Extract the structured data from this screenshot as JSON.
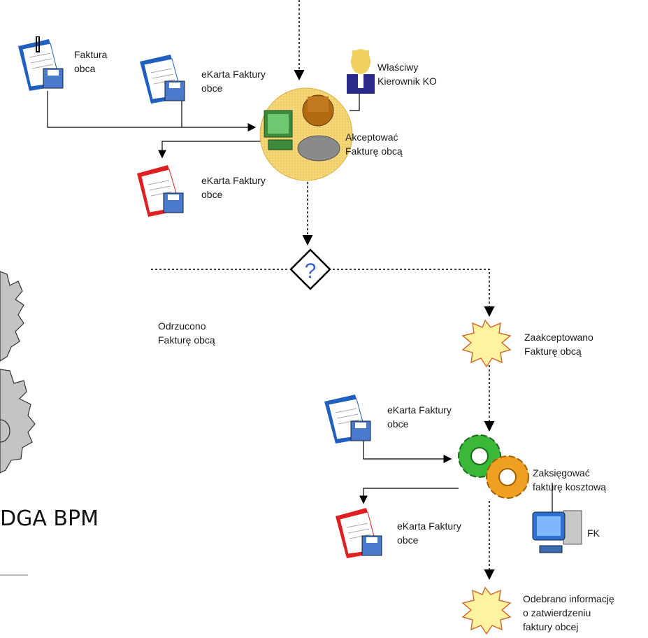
{
  "labels": {
    "doc_faktura": [
      "Faktura",
      "obca"
    ],
    "doc_ekarta_in": [
      "eKarta Faktury",
      "obce"
    ],
    "actor": [
      "Właściwy",
      "Kierownik KO"
    ],
    "task_accept": [
      "Akceptować",
      "Fakturę obcą"
    ],
    "doc_ekarta_out": [
      "eKarta Faktury",
      "obce"
    ],
    "rejected": [
      "Odrzucono",
      "Fakturę obcą"
    ],
    "accepted": [
      "Zaakceptowano",
      "Fakturę obcą"
    ],
    "doc_ekarta_in2": [
      "eKarta Faktury",
      "obce"
    ],
    "task_post": [
      "Zaksięgować",
      "fakturę kosztową"
    ],
    "doc_ekarta_out2": [
      "eKarta Faktury",
      "obce"
    ],
    "system": "FK",
    "info": [
      "Odebrano informację",
      "o zatwierdzeniu",
      "faktury obcej"
    ],
    "gateway_symbol": "?"
  },
  "footer_text": "DGA BPM",
  "colors": {
    "doc_blue": "#1f5fbf",
    "doc_red": "#e02020",
    "task_circle": "#f7dd8a",
    "event_star": "#fff2a0",
    "gear_green": "#3ab83a",
    "gear_orange": "#f0a020",
    "gear_gray": "#c4c4c4",
    "actor_blue": "#2a2a8a",
    "actor_hair": "#f0d060"
  },
  "icons": [
    "document-blue-icon",
    "document-red-icon",
    "person-icon",
    "task-circle-icon",
    "gateway-diamond-icon",
    "event-star-icon",
    "gears-icon",
    "computer-icon",
    "gear-decoration-icon"
  ]
}
